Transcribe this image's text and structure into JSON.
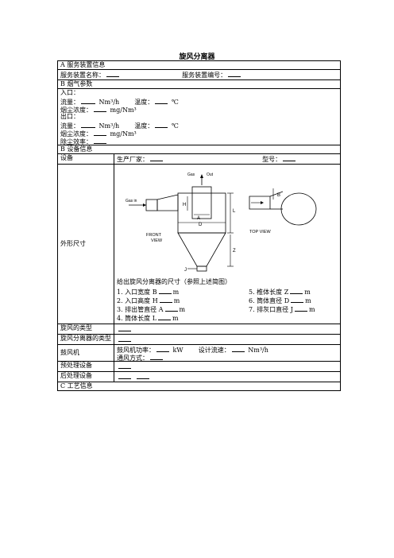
{
  "title": "旋风分离器",
  "sections": {
    "a_header": "A 服务装置信息",
    "a_name_label": "服务装置名称：",
    "a_code_label": "服务装置编号：",
    "b_flue_header": "B 烟气参数",
    "inlet_label": "入口：",
    "flow_label": "流量：",
    "flow_unit": "Nm³/h",
    "temp_label": "温度：",
    "temp_unit": "℃",
    "dust_label": "烟尘浓度：",
    "dust_unit": "mg/Nm³",
    "outlet_label": "出口：",
    "efficiency_label": "除尘效率：",
    "b_equip_header": "B 设备信息",
    "equip_label": "设备",
    "maker_label": "生产厂家：",
    "model_label": "型号：",
    "dims_label": "外形尺寸",
    "diagram_caption": "给出旋风分离器的尺寸（参照上述简图）",
    "dims": [
      [
        "1.   入口宽度 B",
        "m",
        "5.  椎体长度 Z",
        "m"
      ],
      [
        "2.   入口高度 H",
        "m",
        "6.  筒体直径 D",
        "m"
      ],
      [
        "3.   排出管直径 A",
        "m",
        "7.  排灰口直径 J",
        "m"
      ],
      [
        "4.   筒体长度 L",
        "m",
        "",
        ""
      ]
    ],
    "cyclone_type_label": "旋风的类型",
    "separator_type_label": "旋风分离器的类型",
    "fan_label": "鼓风机",
    "fan_power_label": "鼓风机功率：",
    "fan_power_unit": "kW",
    "design_flow_label": "设计流速：",
    "design_flow_unit": "Nm³/h",
    "vent_mode_label": "通风方式：",
    "pre_label": "预处理设备",
    "post_label": "后处理设备",
    "c_header": "C 工艺信息"
  },
  "diagram": {
    "gas_in": "Gas in",
    "gas_out_1": "Gas",
    "gas_out_2": "Out",
    "h": "H",
    "a": "A",
    "d": "D",
    "l": "L",
    "z": "Z",
    "j": "J",
    "b": "B",
    "front_view_1": "FRONT",
    "front_view_2": "VIEW",
    "top_view": "TOP VIEW"
  }
}
